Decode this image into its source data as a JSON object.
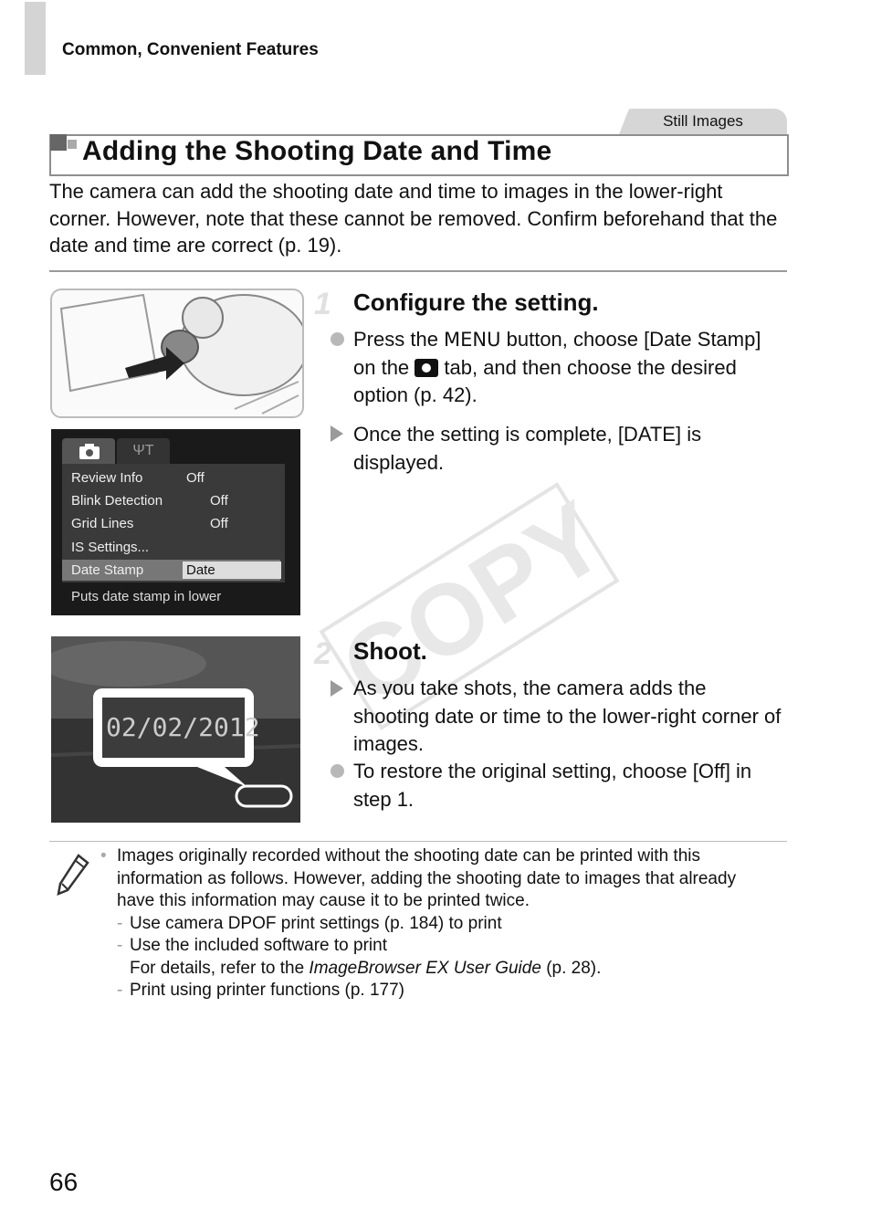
{
  "header": {
    "section": "Common, Convenient Features",
    "tab": "Still Images"
  },
  "title": "Adding the Shooting Date and Time",
  "intro": "The camera can add the shooting date and time to images in the lower-right corner. However, note that these cannot be removed. Confirm beforehand that the date and time are correct (p. 19).",
  "step1": {
    "number": "1",
    "title": "Configure the setting.",
    "bullet1_a": "Press the ",
    "menu_word": "MENU",
    "bullet1_b": " button, choose [Date Stamp] on the ",
    "bullet1_c": " tab, and then choose the desired option (p. 42).",
    "bullet2": "Once the setting is complete, [DATE] is displayed."
  },
  "step2": {
    "number": "2",
    "title": "Shoot.",
    "bullet1": "As you take shots, the camera adds the shooting date or time to the lower-right corner of images.",
    "bullet2": "To restore the original setting, choose [Off] in step 1."
  },
  "camera_menu": {
    "rows": [
      {
        "label": "Review Info",
        "value": "Off"
      },
      {
        "label": "Blink Detection",
        "value": "Off"
      },
      {
        "label": "Grid Lines",
        "value": "Off"
      },
      {
        "label": "IS Settings...",
        "value": ""
      },
      {
        "label": "Date Stamp",
        "value": "Date"
      }
    ],
    "hint": "Puts date stamp in lower"
  },
  "date_overlay": "02/02/2012",
  "note": {
    "bullet": "Images originally recorded without the shooting date can be printed with this information as follows. However, adding the shooting date to images that already have this information may cause it to be printed twice.",
    "item1": "Use camera DPOF print settings (p. 184) to print",
    "item2": "Use the included software to print",
    "item2_detail_a": "For details, refer to the ",
    "item2_detail_italic": "ImageBrowser EX User Guide",
    "item2_detail_b": " (p. 28).",
    "item3": "Print using printer functions (p. 177)"
  },
  "watermark": "COPY",
  "page_number": "66"
}
